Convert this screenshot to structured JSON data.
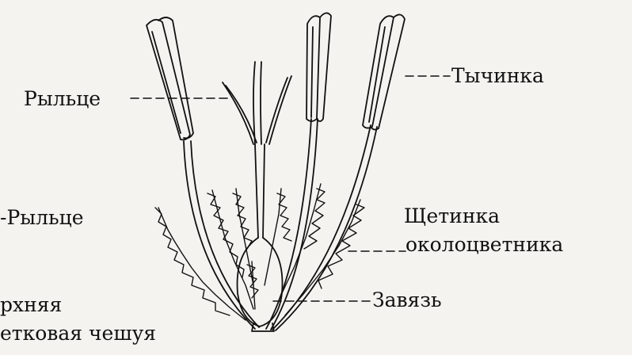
{
  "labels": {
    "stigma_top": "Рыльце",
    "stamen": "Тычинка",
    "stigma_left": "-Рыльце",
    "bristle_line1": "Щетинка",
    "bristle_line2": "околоцветника",
    "upper_scale_line1": "рхняя",
    "upper_scale_line2": "етковая чешуя",
    "ovary": "Завязь"
  },
  "colors": {
    "ink": "#111111",
    "paper": "#f4f3ef"
  }
}
